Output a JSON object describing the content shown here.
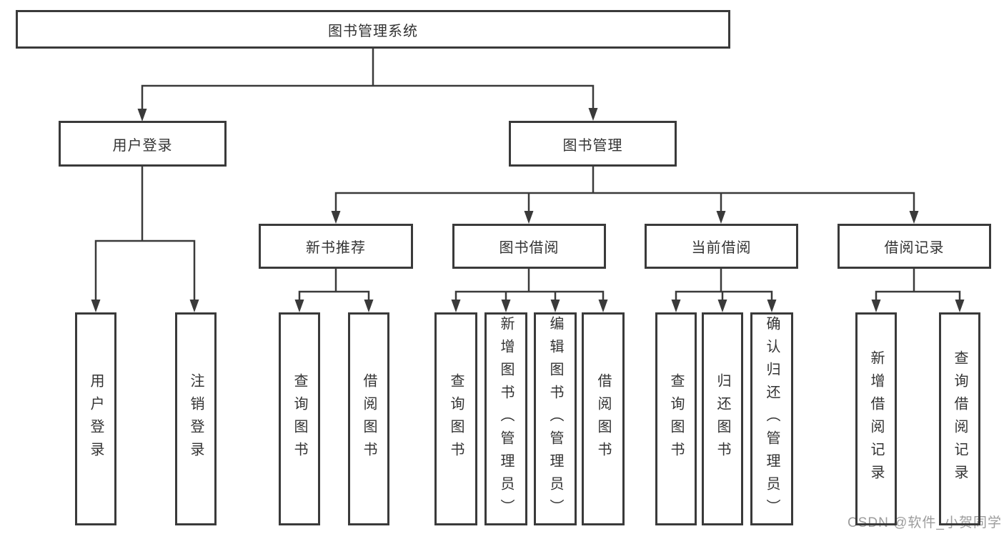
{
  "colors": {
    "line": "#3a3a3a",
    "text": "#333333",
    "watermark": "#9c9c9c",
    "background": "#ffffff"
  },
  "watermark": {
    "text": "CSDN @软件_小贺同学"
  },
  "tree": {
    "label": "图书管理系统",
    "children": [
      {
        "label": "用户登录",
        "children": [
          {
            "label": "用户登录"
          },
          {
            "label": "注销登录"
          }
        ]
      },
      {
        "label": "图书管理",
        "children": [
          {
            "label": "新书推荐",
            "children": [
              {
                "label": "查询图书"
              },
              {
                "label": "借阅图书"
              }
            ]
          },
          {
            "label": "图书借阅",
            "children": [
              {
                "label": "查询图书"
              },
              {
                "label": "新增图书（管理员）"
              },
              {
                "label": "编辑图书（管理员）"
              },
              {
                "label": "借阅图书"
              }
            ]
          },
          {
            "label": "当前借阅",
            "children": [
              {
                "label": "查询图书"
              },
              {
                "label": "归还图书"
              },
              {
                "label": "确认归还（管理员）"
              }
            ]
          },
          {
            "label": "借阅记录",
            "children": [
              {
                "label": "新增借阅记录"
              },
              {
                "label": "查询借阅记录"
              }
            ]
          }
        ]
      }
    ]
  }
}
